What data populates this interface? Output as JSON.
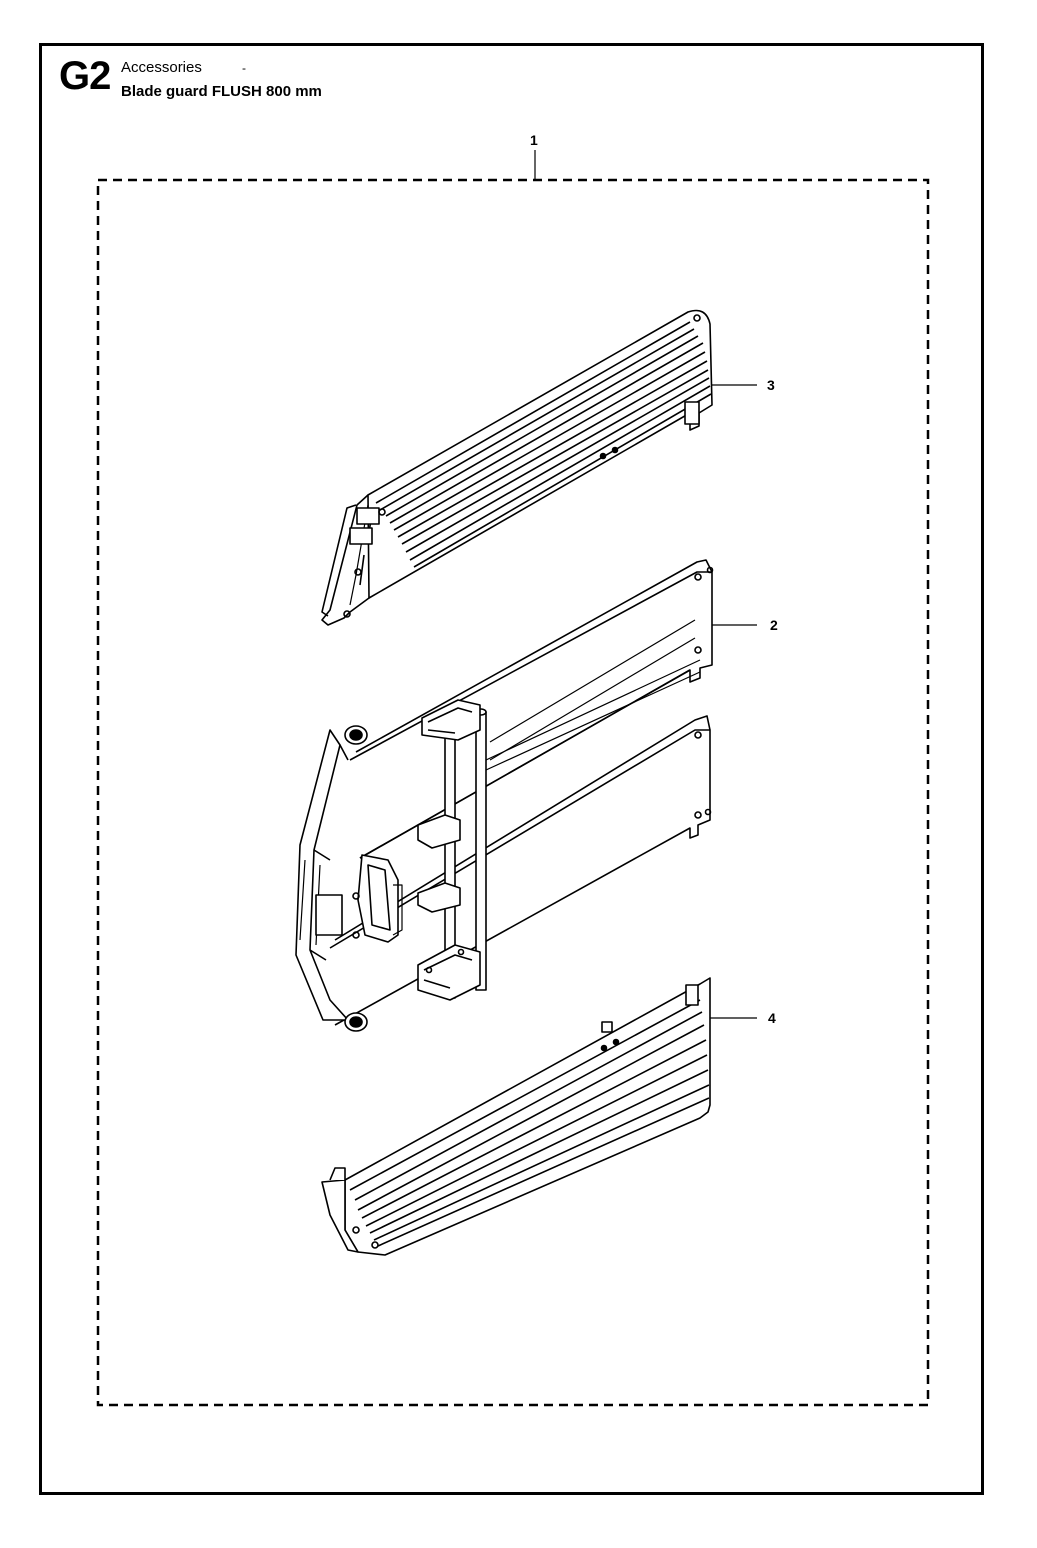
{
  "header": {
    "section_code": "G2",
    "category": "Accessories",
    "dash": "-",
    "title": "Blade guard FLUSH 800 mm"
  },
  "callouts": [
    {
      "id": "1",
      "label": "1"
    },
    {
      "id": "2",
      "label": "2"
    },
    {
      "id": "3",
      "label": "3"
    },
    {
      "id": "4",
      "label": "4"
    }
  ],
  "line_color": "#000000",
  "background_color": "#ffffff"
}
